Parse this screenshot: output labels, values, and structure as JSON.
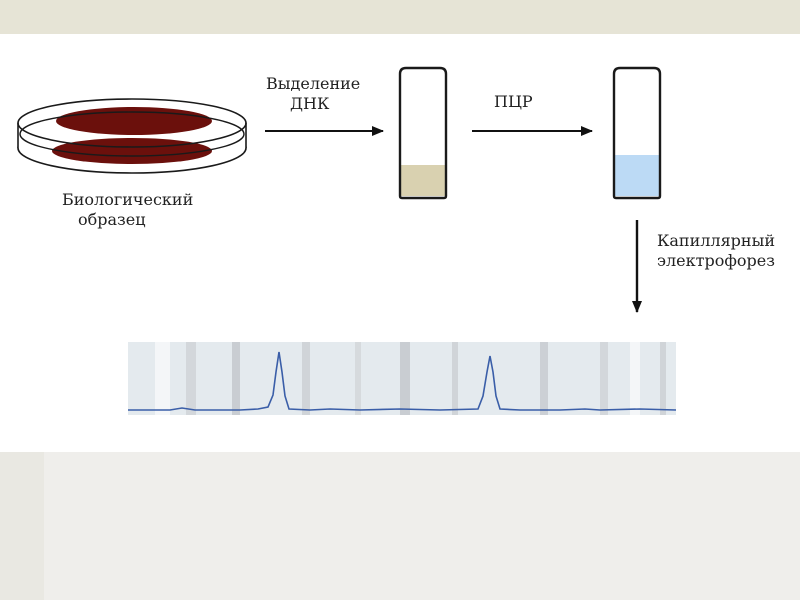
{
  "labels": {
    "sample_line1": "Биологический",
    "sample_line2": "образец",
    "extraction_line1": "Выделение",
    "extraction_line2": "ДНК",
    "pcr": "ПЦР",
    "ce_line1": "Капиллярный",
    "ce_line2": "электрофорез"
  },
  "colors": {
    "sample": "#6b100c",
    "dna_liquid": "#d9d1b0",
    "pcr_liquid": "#bcdaf5",
    "trace": "#3a5ea8",
    "electropherogram_bg": "#e4eaee",
    "top_band": "#e6e4d6",
    "bottom_band": "#efeeeb"
  },
  "icons": {
    "petri_dish": "petri-dish-icon",
    "tube_dna": "test-tube-icon",
    "tube_pcr": "test-tube-icon"
  },
  "tubes": {
    "dna_fill_level": 0.25,
    "pcr_fill_level": 0.33
  }
}
